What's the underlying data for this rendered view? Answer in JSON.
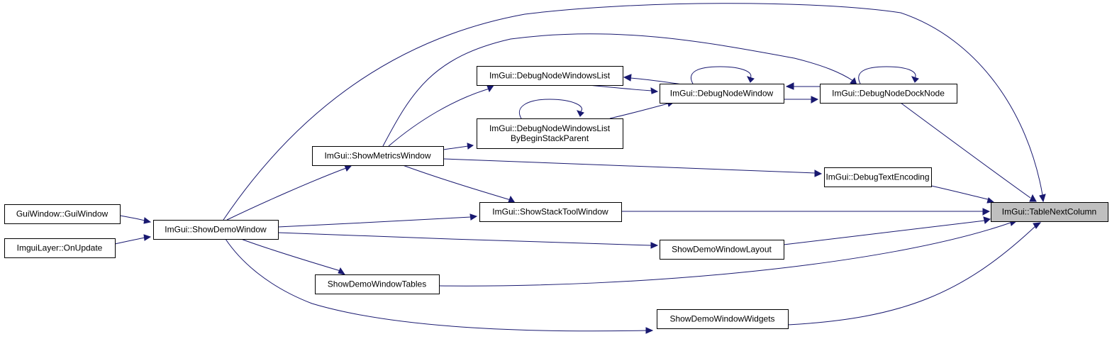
{
  "diagram": {
    "type": "call-graph",
    "colors": {
      "edge": "#191970",
      "node_fill": "#ffffff",
      "root_fill": "#bfbfbf",
      "node_border": "#000000"
    },
    "nodes": {
      "table_next_column": {
        "label": [
          "ImGui::TableNextColumn"
        ],
        "root": true
      },
      "debug_node_dock_node": {
        "label": [
          "ImGui::DebugNodeDockNode"
        ]
      },
      "debug_node_window": {
        "label": [
          "ImGui::DebugNodeWindow"
        ]
      },
      "debug_node_windows_list": {
        "label": [
          "ImGui::DebugNodeWindowsList"
        ]
      },
      "debug_node_windows_list_by_begin_stack_parent": {
        "label": [
          "ImGui::DebugNodeWindowsList",
          "ByBeginStackParent"
        ]
      },
      "show_metrics_window": {
        "label": [
          "ImGui::ShowMetricsWindow"
        ]
      },
      "debug_text_encoding": {
        "label": [
          "ImGui::DebugTextEncoding"
        ]
      },
      "show_stack_tool_window": {
        "label": [
          "ImGui::ShowStackToolWindow"
        ]
      },
      "show_demo_window": {
        "label": [
          "ImGui::ShowDemoWindow"
        ]
      },
      "gui_window": {
        "label": [
          "GuiWindow::GuiWindow"
        ]
      },
      "imgui_layer_on_update": {
        "label": [
          "ImguiLayer::OnUpdate"
        ]
      },
      "show_demo_window_layout": {
        "label": [
          "ShowDemoWindowLayout"
        ]
      },
      "show_demo_window_tables": {
        "label": [
          "ShowDemoWindowTables"
        ]
      },
      "show_demo_window_widgets": {
        "label": [
          "ShowDemoWindowWidgets"
        ]
      }
    },
    "edges": [
      {
        "from": "debug_node_dock_node",
        "to": "table_next_column"
      },
      {
        "from": "debug_text_encoding",
        "to": "table_next_column"
      },
      {
        "from": "show_stack_tool_window",
        "to": "table_next_column"
      },
      {
        "from": "show_demo_window_layout",
        "to": "table_next_column"
      },
      {
        "from": "show_demo_window_tables",
        "to": "table_next_column"
      },
      {
        "from": "show_demo_window_widgets",
        "to": "table_next_column"
      },
      {
        "from": "show_demo_window",
        "to": "table_next_column"
      },
      {
        "from": "debug_node_dock_node",
        "to": "debug_node_dock_node"
      },
      {
        "from": "debug_node_dock_node",
        "to": "debug_node_window"
      },
      {
        "from": "debug_node_window",
        "to": "debug_node_dock_node"
      },
      {
        "from": "debug_node_window",
        "to": "debug_node_window"
      },
      {
        "from": "debug_node_window",
        "to": "debug_node_windows_list"
      },
      {
        "from": "debug_node_windows_list",
        "to": "debug_node_window"
      },
      {
        "from": "debug_node_windows_list_by_begin_stack_parent",
        "to": "debug_node_windows_list_by_begin_stack_parent"
      },
      {
        "from": "debug_node_windows_list_by_begin_stack_parent",
        "to": "debug_node_window"
      },
      {
        "from": "show_metrics_window",
        "to": "debug_node_dock_node"
      },
      {
        "from": "show_metrics_window",
        "to": "debug_node_windows_list"
      },
      {
        "from": "show_metrics_window",
        "to": "debug_node_windows_list_by_begin_stack_parent"
      },
      {
        "from": "show_metrics_window",
        "to": "debug_text_encoding"
      },
      {
        "from": "show_metrics_window",
        "to": "show_stack_tool_window"
      },
      {
        "from": "show_demo_window",
        "to": "show_metrics_window"
      },
      {
        "from": "show_demo_window",
        "to": "show_stack_tool_window"
      },
      {
        "from": "show_demo_window",
        "to": "show_demo_window_layout"
      },
      {
        "from": "show_demo_window",
        "to": "show_demo_window_tables"
      },
      {
        "from": "show_demo_window",
        "to": "show_demo_window_widgets"
      },
      {
        "from": "gui_window",
        "to": "show_demo_window"
      },
      {
        "from": "imgui_layer_on_update",
        "to": "show_demo_window"
      }
    ]
  }
}
